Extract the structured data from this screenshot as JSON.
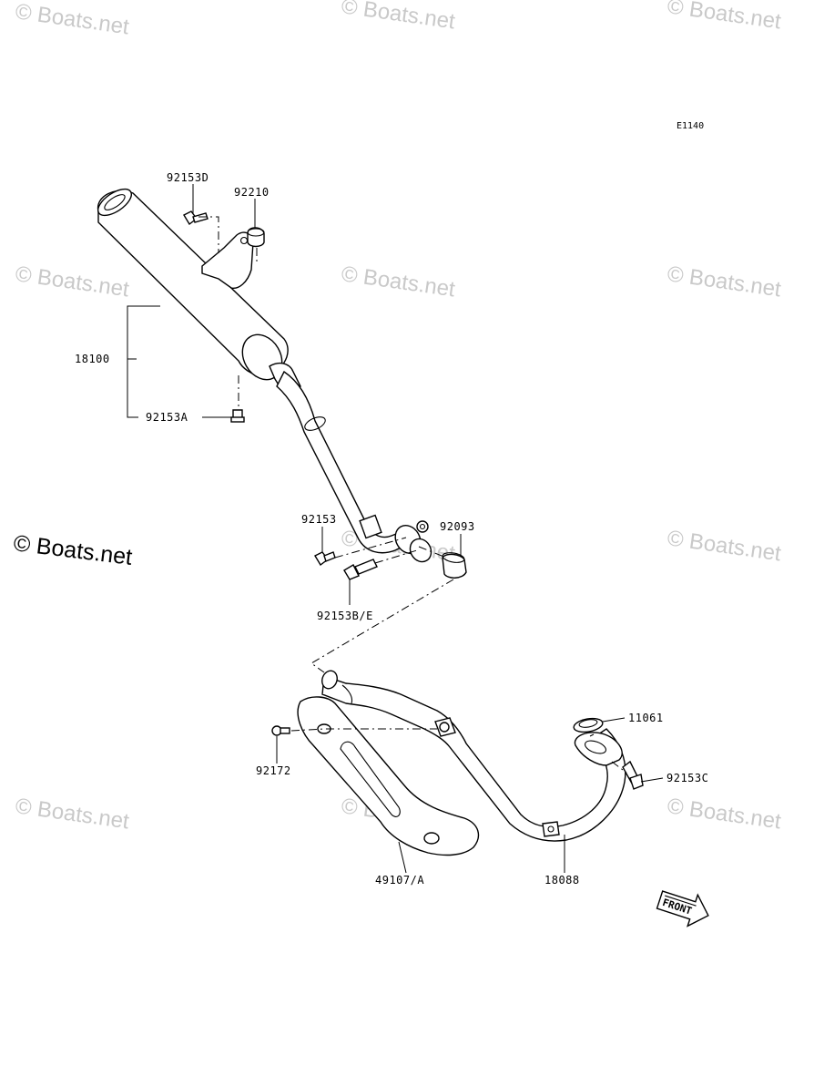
{
  "diagram_code": "E1140",
  "watermarks": {
    "text": "© Boats.net",
    "prominent": "© Boats.net"
  },
  "parts": {
    "p18100": "18100",
    "p92153A": "92153A",
    "p92153D": "92153D",
    "p92210": "92210",
    "p92153": "92153",
    "p92093": "92093",
    "p92153BE": "92153B/E",
    "p11061": "11061",
    "p92153C": "92153C",
    "p92172": "92172",
    "p49107A": "49107/A",
    "p18088": "18088"
  },
  "front_marker": "FRONT"
}
